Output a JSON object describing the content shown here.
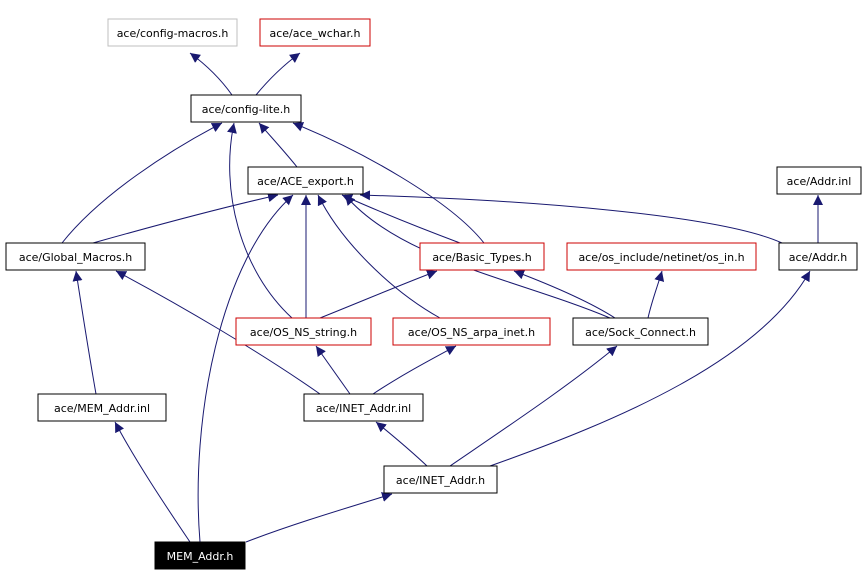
{
  "colors": {
    "background": "#ffffff",
    "edge": "#191970",
    "node_fill": "#ffffff",
    "border_normal": "#000000",
    "border_red": "#cc0000",
    "border_gray": "#bfbfbf",
    "root_fill": "#000000",
    "root_text": "#ffffff",
    "text": "#000000"
  },
  "nodes": {
    "config_macros": "ace/config-macros.h",
    "ace_wchar": "ace/ace_wchar.h",
    "config_lite": "ace/config-lite.h",
    "ace_export": "ace/ACE_export.h",
    "addr_inl": "ace/Addr.inl",
    "global_macros": "ace/Global_Macros.h",
    "basic_types": "ace/Basic_Types.h",
    "os_in": "ace/os_include/netinet/os_in.h",
    "addr_h": "ace/Addr.h",
    "os_ns_string": "ace/OS_NS_string.h",
    "os_ns_arpa_inet": "ace/OS_NS_arpa_inet.h",
    "sock_connect": "ace/Sock_Connect.h",
    "mem_addr_inl": "ace/MEM_Addr.inl",
    "inet_addr_inl": "ace/INET_Addr.inl",
    "inet_addr_h": "ace/INET_Addr.h",
    "mem_addr_h": "MEM_Addr.h"
  }
}
